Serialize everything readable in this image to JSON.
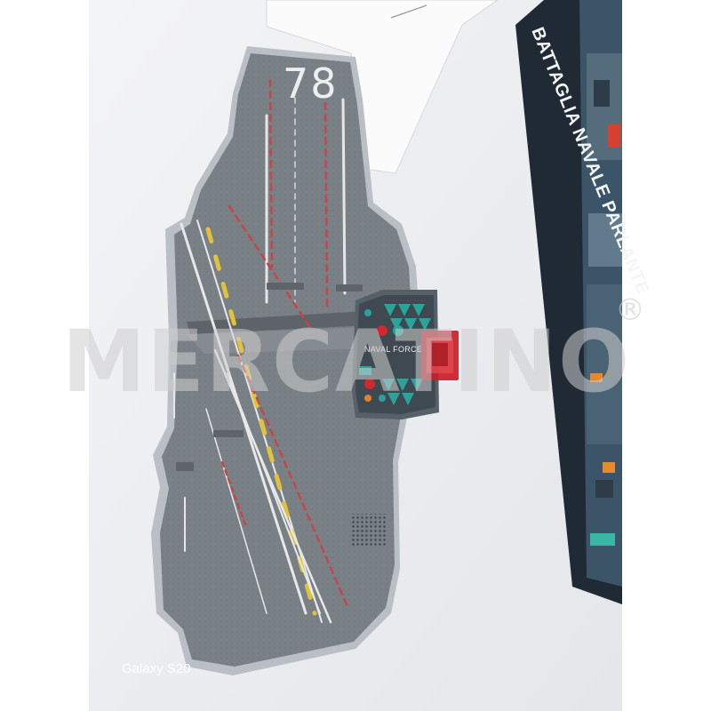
{
  "deck": {
    "hull_number": "78",
    "control_panel_label": "NAVAL FORCE"
  },
  "box": {
    "title": "BATTAGLIA NAVALE PARLANTE"
  },
  "watermark": {
    "text": "MERCATINO",
    "symbol": "®"
  },
  "camera": {
    "label": "Galaxy S20"
  },
  "colors": {
    "deck_gray": "#7a8186",
    "deck_edge": "#b9bfc4",
    "box_dark": "#1f2a35",
    "red_button": "#d0282e",
    "teal_button": "#2aa39b",
    "red_flag": "#c8202a"
  }
}
